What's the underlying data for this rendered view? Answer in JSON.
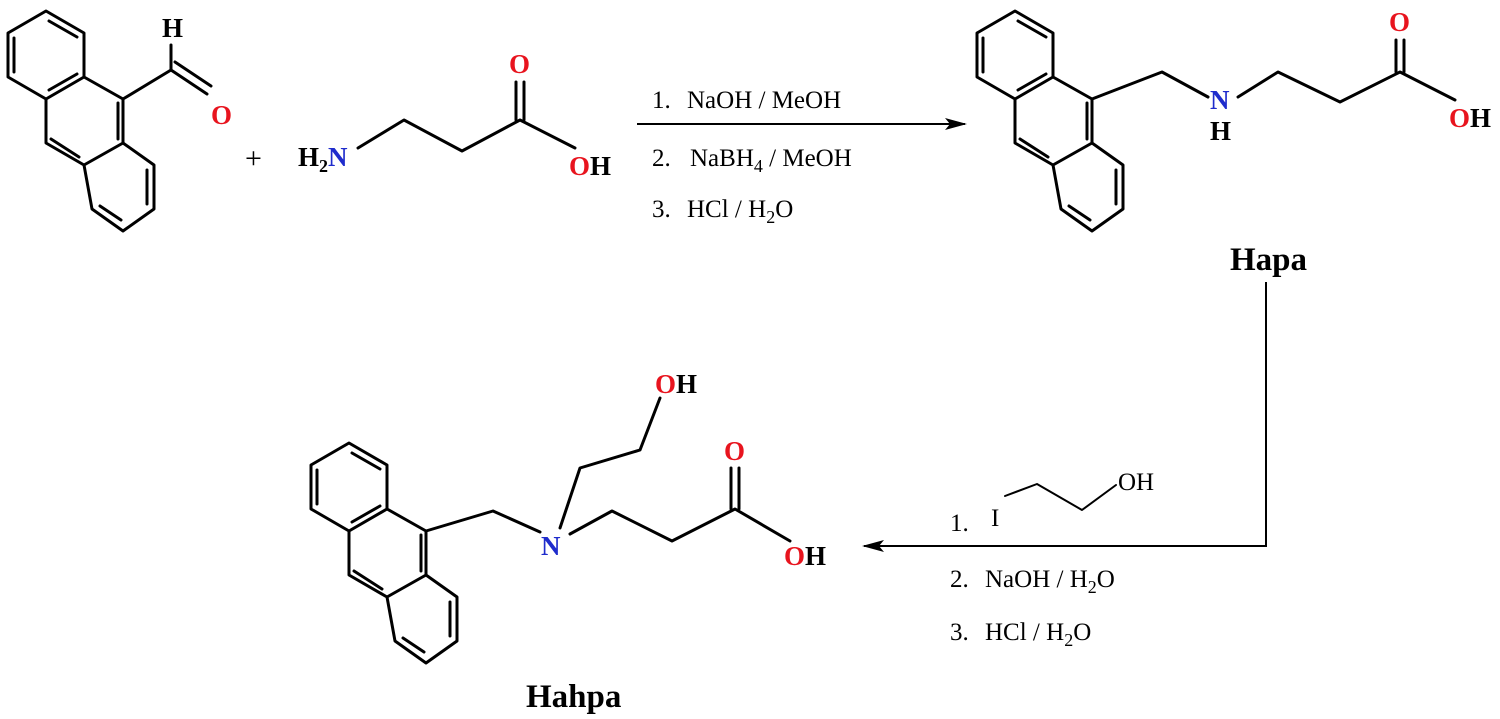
{
  "colors": {
    "oxygen": "#e8141e",
    "nitrogen": "#1f2ccc",
    "bond": "#000000"
  },
  "atoms": {
    "H": "H",
    "O": "O",
    "N": "N",
    "OH": "OH",
    "O_of_OH": "O",
    "H_of_OH": "H",
    "H2": "H",
    "sub2": "2",
    "NH_H": "H",
    "I": "I",
    "iodo_OH": "OH"
  },
  "plus": "+",
  "step1": {
    "r1_num": "1.",
    "r1_text": "NaOH / MeOH",
    "r2_num": "2.",
    "r2_text": "NaBH",
    "r2_sub": "4",
    "r2_tail": " / MeOH",
    "r3_num": "3.",
    "r3_text": "HCl / H",
    "r3_sub": "2",
    "r3_tail": "O"
  },
  "step2": {
    "r1_num": "1.",
    "r2_num": "2.",
    "r2_text": "NaOH / H",
    "r2_sub": "2",
    "r2_tail": "O",
    "r3_num": "3.",
    "r3_text": "HCl / H",
    "r3_sub": "2",
    "r3_tail": "O"
  },
  "compounds": {
    "hapa": "Hapa",
    "hahpa": "Hahpa"
  }
}
